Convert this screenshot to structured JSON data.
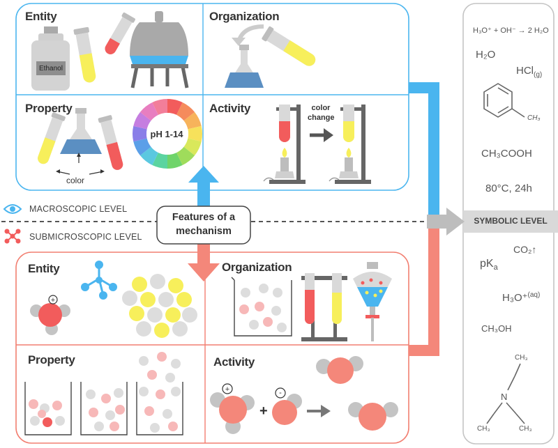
{
  "macro": {
    "entity_title": "Entity",
    "organization_title": "Organization",
    "property_title": "Property",
    "activity_title": "Activity",
    "bottle_label": "Ethanol",
    "ph_label": "pH 1-14",
    "color_label": "color",
    "color_change_label_1": "color",
    "color_change_label_2": "change"
  },
  "sub": {
    "entity_title": "Entity",
    "organization_title": "Organization",
    "property_title": "Property",
    "activity_title": "Activity"
  },
  "center": {
    "features_line1": "Features of a",
    "features_line2": "mechanism"
  },
  "levels": {
    "macroscopic": "MACROSCOPIC LEVEL",
    "submicroscopic": "SUBMICROSCOPIC LEVEL",
    "symbolic": "SYMBOLIC LEVEL"
  },
  "symbolic": {
    "equation": "H₃O⁺ + OH⁻ → 2 H₂O",
    "water": "H₂O",
    "hcl": "HCl",
    "hcl_sub": "(g)",
    "toluene_ch3": "CH₃",
    "acetic_acid": "CH₃COOH",
    "conditions": "80°C, 24h",
    "co2": "CO₂↑",
    "pka": "pK",
    "pka_sub": "a",
    "hydronium": "H₃O⁺",
    "hydronium_sub": "(aq)",
    "methanol": "CH₃OH",
    "amine_n": "N",
    "amine_ch3": "CH₃"
  },
  "colors": {
    "macro_blue": "#4ab5ef",
    "sub_red": "#f4877a",
    "panel_gray": "#bdbdbd",
    "yellow": "#f7ef5b",
    "red_liquid": "#f25c5c",
    "blue_liquid": "#5b8fc2"
  }
}
